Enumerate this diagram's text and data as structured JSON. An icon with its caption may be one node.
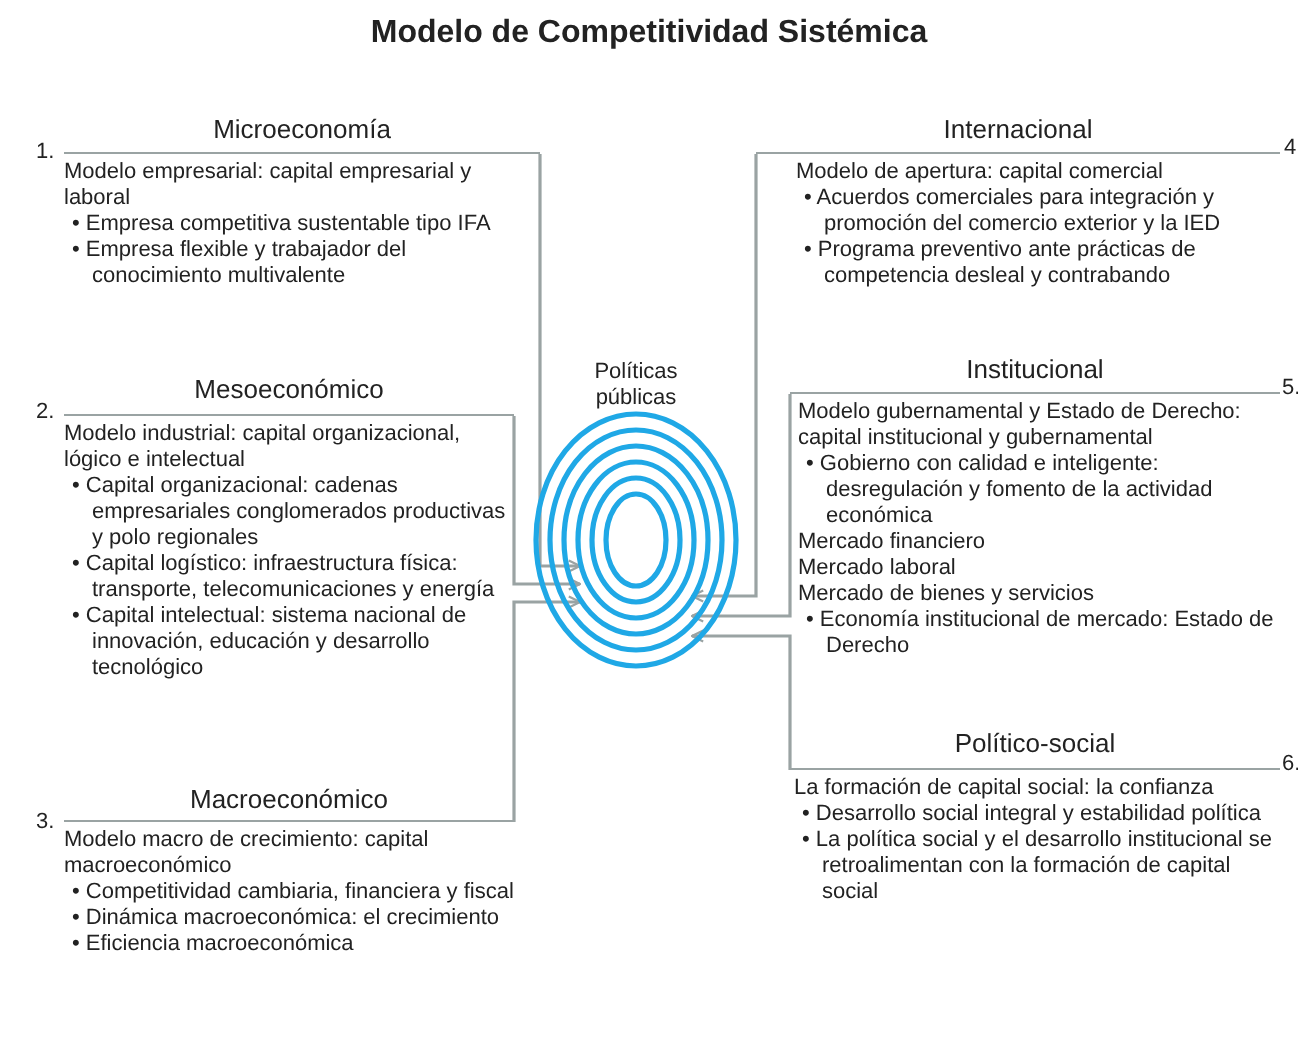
{
  "diagram": {
    "title": "Modelo de Competitividad Sistémica",
    "nodes": [
      {
        "text": [
          "Políticas públicas"
        ]
      },
      {
        "text": [
          "Microeconomía",
          "Modelo empresarial: capital empresarial y laboral",
          "• Empresa competitiva sustentable tipo IFA",
          "• Empresa flexible y trabajador del conocimiento multivalente"
        ],
        "beside": [
          "1."
        ]
      },
      {
        "text": [
          "Mesoeconómico",
          "Modelo industrial: capital organizacional, lógico e intelectual",
          "• Capital organizacional: cadenas empresariales conglomerados productivas y polo regionales",
          "• Capital logístico: infraestructura física: transporte, telecomunicaciones y energía",
          "• Capital intelectual: sistema nacional de innovación, educación y desarrollo tecnológico"
        ],
        "beside": [
          "2."
        ]
      },
      {
        "text": [
          "Macroeconómico",
          "Modelo macro de crecimiento: capital macroeconómico",
          "• Competitividad cambiaria, financiera y fiscal",
          "• Dinámica macroeconómica: el crecimiento",
          "• Eficiencia macroeconómica"
        ],
        "beside": [
          "3."
        ]
      },
      {
        "text": [
          "Internacional",
          "Modelo de apertura: capital comercial",
          "• Acuerdos comerciales para integración y promoción del comercio exterior y la IED",
          "• Programa preventivo ante prácticas de competencia desleal y contrabando"
        ],
        "beside": [
          "4"
        ]
      },
      {
        "text": [
          "Institucional",
          "Modelo gubernamental y Estado de Derecho: capital institucional y gubernamental",
          "• Gobierno con calidad e inteligente: desregulación y fomento de la actividad económica",
          "Mercado financiero",
          "Mercado laboral",
          "Mercado de bienes y servicios",
          "• Economía institucional de mercado: Estado de Derecho"
        ],
        "beside": [
          "5."
        ]
      },
      {
        "text": [
          "Político-social",
          "La formación de capital social: la confianza",
          "• Desarrollo social integral y estabilidad política",
          "• La política social y el desarrollo institucional se retroalimentan con la formación de capital social"
        ],
        "beside": [
          "6."
        ]
      }
    ],
    "edges": [
      {
        "from": 1,
        "to": 0,
        "arrow": "to"
      },
      {
        "from": 2,
        "to": 0,
        "arrow": "to"
      },
      {
        "from": 3,
        "to": 0,
        "arrow": "to"
      },
      {
        "from": 4,
        "to": 0,
        "arrow": "to"
      },
      {
        "from": 5,
        "to": 0,
        "arrow": "to"
      },
      {
        "from": 6,
        "to": 0,
        "arrow": "to"
      }
    ]
  }
}
